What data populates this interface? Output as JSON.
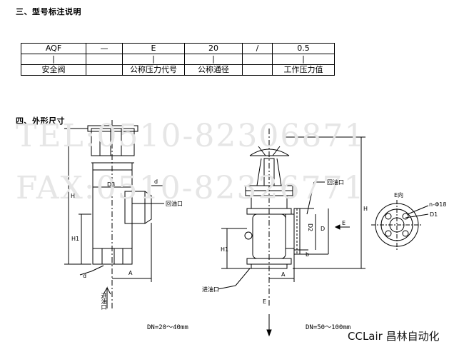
{
  "section3": {
    "title": "三、型号标注说明"
  },
  "model_table": {
    "row1": [
      "AQF",
      "—",
      "E",
      "20",
      "/",
      "0.5"
    ],
    "row3": [
      "安全阀",
      "",
      "公称压力代号",
      "公称通径",
      "",
      "工作压力值"
    ]
  },
  "section4": {
    "title": "四、外形尺寸"
  },
  "watermark": {
    "tel": "TEL:0510-82306871",
    "fax": "FAX:0510-82326771"
  },
  "left_drawing": {
    "labels": {
      "H": "H",
      "H1": "H1",
      "D3": "D3",
      "d_top": "d",
      "outlet": "回油口",
      "d_bottom": "d",
      "A": "A",
      "inlet": "进油口"
    },
    "caption": "DN=20～40mm"
  },
  "right_drawing": {
    "labels": {
      "outlet": "回油口",
      "D2": "D2",
      "D": "D",
      "E": "E",
      "b": "b",
      "H1": "H1",
      "A": "A",
      "inlet": "进油口",
      "E_bottom": "E",
      "H": "H"
    },
    "caption": "DN=50～100mm"
  },
  "e_view": {
    "title": "E向",
    "holes": "n-Φ18",
    "D1": "D1"
  },
  "brand": "CCLair 昌林自动化"
}
